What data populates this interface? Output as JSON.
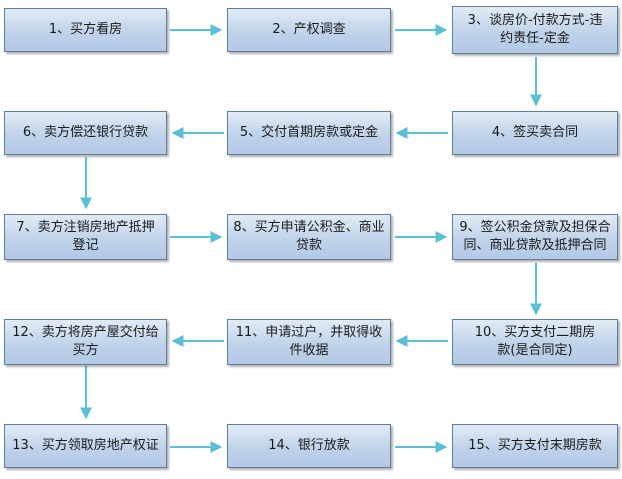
{
  "colors": {
    "arrow": "#5bc0d6",
    "box_border": "#5f7d95",
    "box_fill": "#c0d3ea"
  },
  "steps": [
    {
      "label": "1、买方看房"
    },
    {
      "label": "2、产权调查"
    },
    {
      "label": "3、谈房价-付款方式-违约责任-定金"
    },
    {
      "label": "4、签买卖合同"
    },
    {
      "label": "5、交付首期房款或定金"
    },
    {
      "label": "6、卖方偿还银行贷款"
    },
    {
      "label": "7、卖方注销房地产抵押登记"
    },
    {
      "label": "8、买方申请公积金、商业贷款"
    },
    {
      "label": "9、签公积金贷款及担保合同、商业贷款及抵押合同"
    },
    {
      "label": "10、买方支付二期房款(是合同定)"
    },
    {
      "label": "11、申请过户，并取得收件收据"
    },
    {
      "label": "12、卖方将房产屋交付给买方"
    },
    {
      "label": "13、买方领取房地产权证"
    },
    {
      "label": "14、银行放款"
    },
    {
      "label": "15、买方支付末期房款"
    }
  ]
}
